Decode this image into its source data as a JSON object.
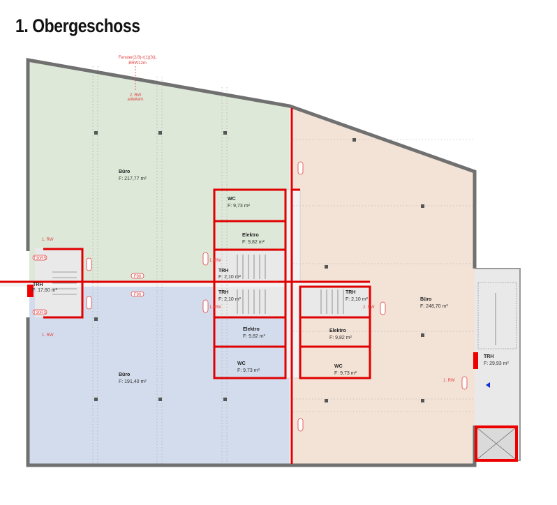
{
  "title": "1. Obergeschoss",
  "annotations": {
    "top_note_1": "Fenster(2/3)-r(1)(3)L",
    "top_note_2": "BRW12m",
    "top_rw": "2. RW",
    "top_rw_sub": "anleitern",
    "rw1": "1. RW",
    "rw2": "2. RW",
    "t30": "T30RS",
    "f90": "F90"
  },
  "rooms": {
    "buero_nw": {
      "name": "Büro",
      "area": "F: 217,77 m²",
      "color": "#dde8d8"
    },
    "buero_sw": {
      "name": "Büro",
      "area": "F: 191,40 m²",
      "color": "#d3dcec"
    },
    "buero_e": {
      "name": "Büro",
      "area": "F: 248,70 m²",
      "color": "#f3e2d6"
    },
    "wc_n": {
      "name": "WC",
      "area": "F: 9,73 m²"
    },
    "elektro_n": {
      "name": "Elektro",
      "area": "F: 9,82 m²"
    },
    "trh_n": {
      "name": "TRH",
      "area": "F: 2,10 m²"
    },
    "trh_s": {
      "name": "TRH",
      "area": "F: 2,10 m²"
    },
    "trh_e": {
      "name": "TRH",
      "area": "F: 2,10 m²"
    },
    "elektro_s": {
      "name": "Elektro",
      "area": "F: 9,82 m²"
    },
    "elektro_e": {
      "name": "Elektro",
      "area": "F: 9,82 m²"
    },
    "wc_s": {
      "name": "WC",
      "area": "F: 9,73 m²"
    },
    "wc_e": {
      "name": "WC",
      "area": "F: 9,73 m²"
    },
    "trh_west": {
      "name": "TRH",
      "area": "F: 17,60 m²"
    },
    "trh_east": {
      "name": "TRH",
      "area": "F: 29,93 m²"
    }
  }
}
